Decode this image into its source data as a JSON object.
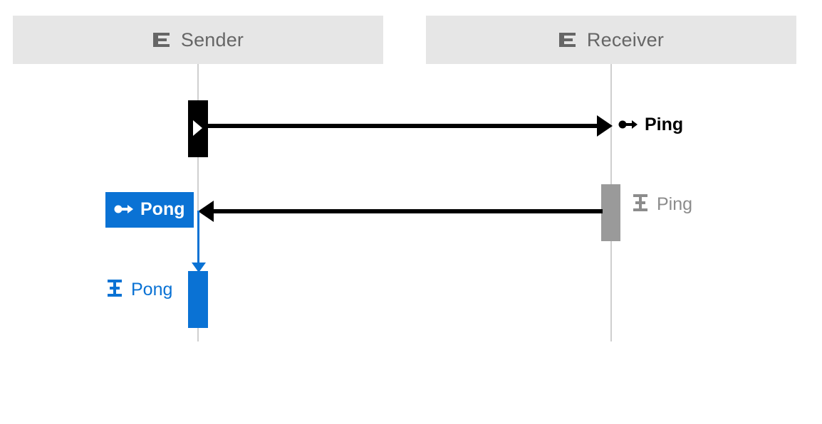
{
  "diagram": {
    "type": "sequence-diagram",
    "background": "#ffffff",
    "participants": [
      {
        "name": "Sender",
        "icon": "participant-icon",
        "box_color": "#e6e6e6",
        "text_color": "#666666",
        "lifeline_color": "#cfcfcf"
      },
      {
        "name": "Receiver",
        "icon": "participant-icon",
        "box_color": "#e6e6e6",
        "text_color": "#666666",
        "lifeline_color": "#cfcfcf"
      }
    ],
    "messages": [
      {
        "label": "Ping",
        "from": "Sender",
        "to": "Receiver",
        "direction": "right",
        "color": "#000000",
        "icon": "message-send-icon",
        "style": "plain"
      },
      {
        "label": "Pong",
        "from": "Receiver",
        "to": "Sender",
        "direction": "left",
        "color": "#ffffff",
        "background": "#0a72d4",
        "icon": "message-send-icon",
        "style": "boxed"
      }
    ],
    "states": [
      {
        "label": "Ping",
        "participant": "Receiver",
        "color": "#8c8c8c",
        "icon": "state-icon"
      },
      {
        "label": "Pong",
        "participant": "Sender",
        "color": "#0a72d4",
        "icon": "state-icon"
      }
    ],
    "activations": [
      {
        "participant": "Sender",
        "color": "#000000"
      },
      {
        "participant": "Receiver",
        "color": "#9a9a9a"
      },
      {
        "participant": "Sender",
        "color": "#0a72d4"
      }
    ]
  }
}
